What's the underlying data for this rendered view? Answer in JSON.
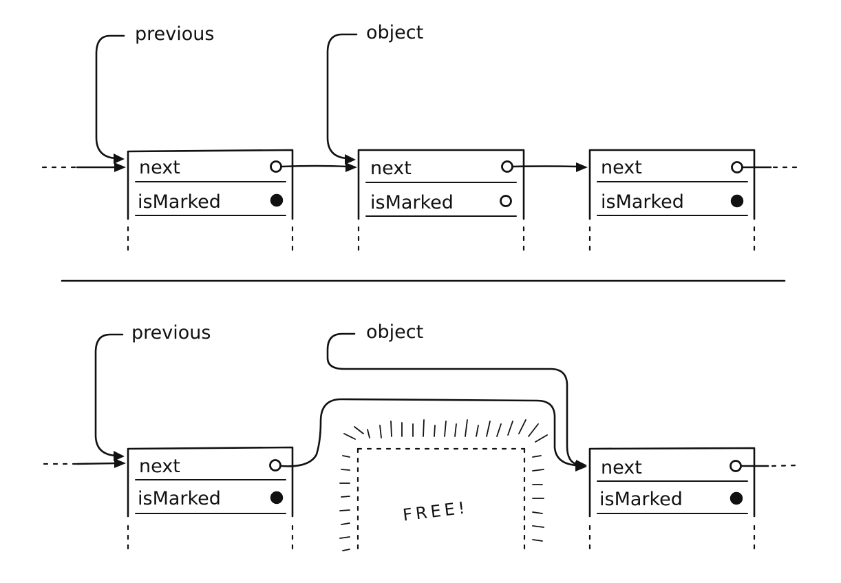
{
  "top_panel": {
    "pointer_labels": {
      "previous": "previous",
      "object": "object"
    },
    "nodes": [
      {
        "next_label": "next",
        "marked_label": "isMarked",
        "is_marked": true
      },
      {
        "next_label": "next",
        "marked_label": "isMarked",
        "is_marked": false
      },
      {
        "next_label": "next",
        "marked_label": "isMarked",
        "is_marked": true
      }
    ]
  },
  "bottom_panel": {
    "pointer_labels": {
      "previous": "previous",
      "object": "object"
    },
    "nodes": [
      {
        "next_label": "next",
        "marked_label": "isMarked",
        "is_marked": true
      },
      {
        "next_label": "next",
        "marked_label": "isMarked",
        "is_marked": true
      }
    ],
    "freed_label": "FREE!"
  }
}
